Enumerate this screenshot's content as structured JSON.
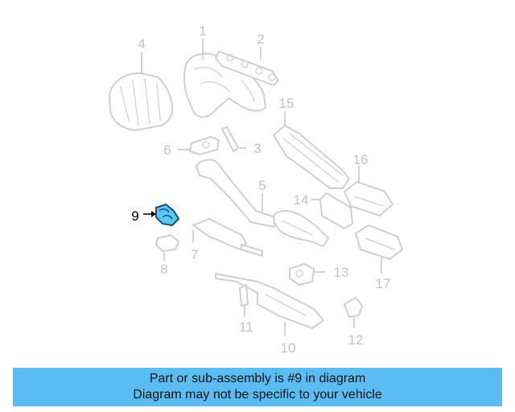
{
  "diagram": {
    "highlighted_part": "9",
    "highlight_color": "#5bc8f0",
    "callouts": [
      {
        "id": "1",
        "label": "1"
      },
      {
        "id": "2",
        "label": "2"
      },
      {
        "id": "3",
        "label": "3"
      },
      {
        "id": "4",
        "label": "4"
      },
      {
        "id": "5",
        "label": "5"
      },
      {
        "id": "6",
        "label": "6"
      },
      {
        "id": "7",
        "label": "7"
      },
      {
        "id": "8",
        "label": "8"
      },
      {
        "id": "9",
        "label": "9"
      },
      {
        "id": "10",
        "label": "10"
      },
      {
        "id": "11",
        "label": "11"
      },
      {
        "id": "12",
        "label": "12"
      },
      {
        "id": "13",
        "label": "13"
      },
      {
        "id": "14",
        "label": "14"
      },
      {
        "id": "15",
        "label": "15"
      },
      {
        "id": "16",
        "label": "16"
      },
      {
        "id": "17",
        "label": "17"
      }
    ]
  },
  "banner": {
    "line1": "Part or sub-assembly is #9 in diagram",
    "line2": "Diagram may not be specific to your vehicle",
    "color": "#5bbcf3"
  }
}
